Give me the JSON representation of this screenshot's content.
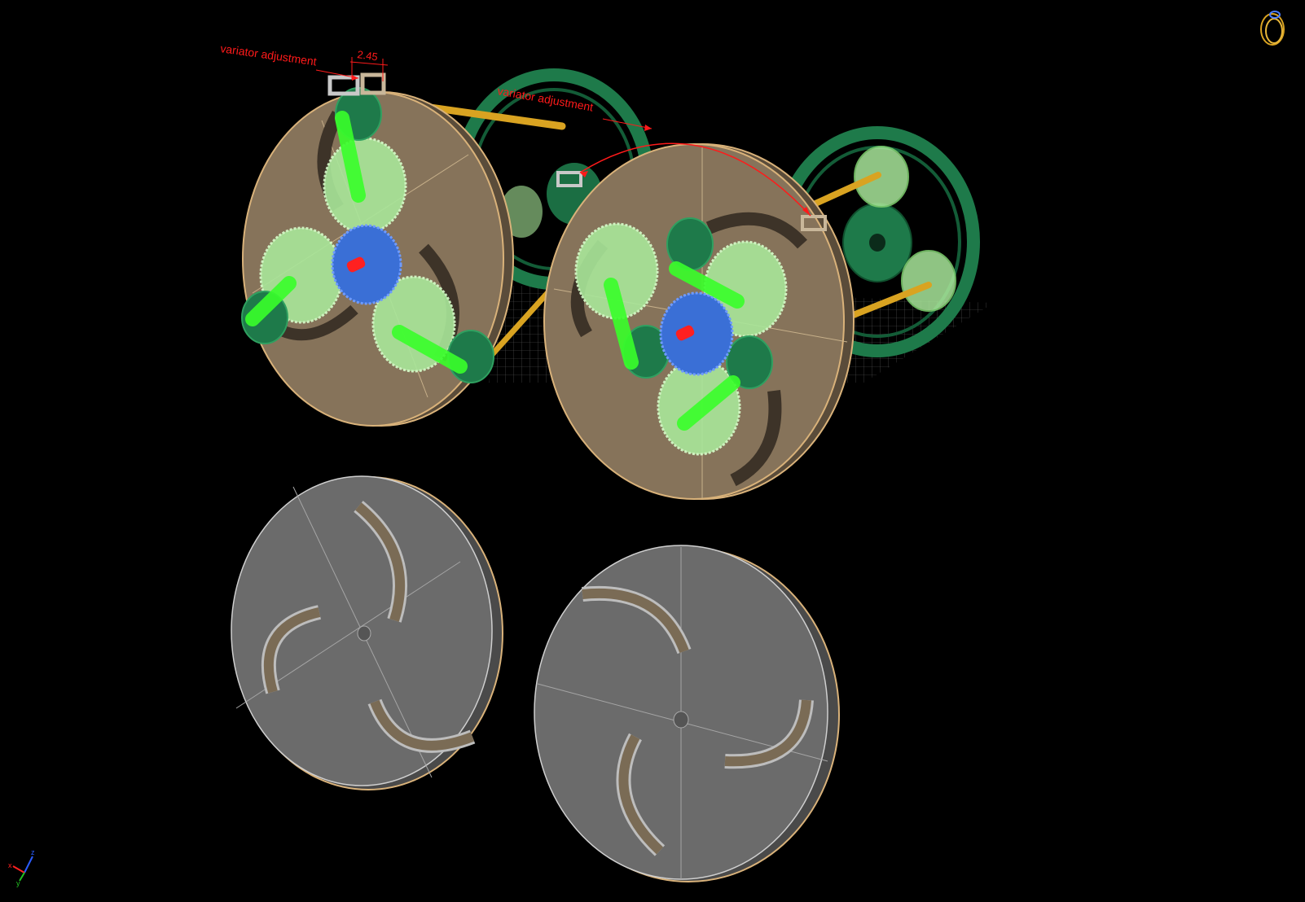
{
  "viewport": {
    "background": "#000000",
    "annotations": {
      "variator_left": "variator adjustment",
      "variator_right": "variator adjustment",
      "dimension": "2.45"
    },
    "axes": {
      "x": "x",
      "y": "y",
      "z": "z"
    },
    "colors": {
      "disc": "#86735a",
      "disc_edge": "#d9b27a",
      "plate": "#6b6b6b",
      "gear_light": "#a9e79a",
      "gear_dark": "#1e7a4a",
      "arm": "#39ff2a",
      "sun_gear": "#3a6fd6",
      "pin": "#ff2020",
      "shaft": "#d9a321",
      "annotation": "#ff1a1a"
    },
    "icons": [
      "viewcube-ring-icon",
      "ucs-axis-icon"
    ]
  }
}
